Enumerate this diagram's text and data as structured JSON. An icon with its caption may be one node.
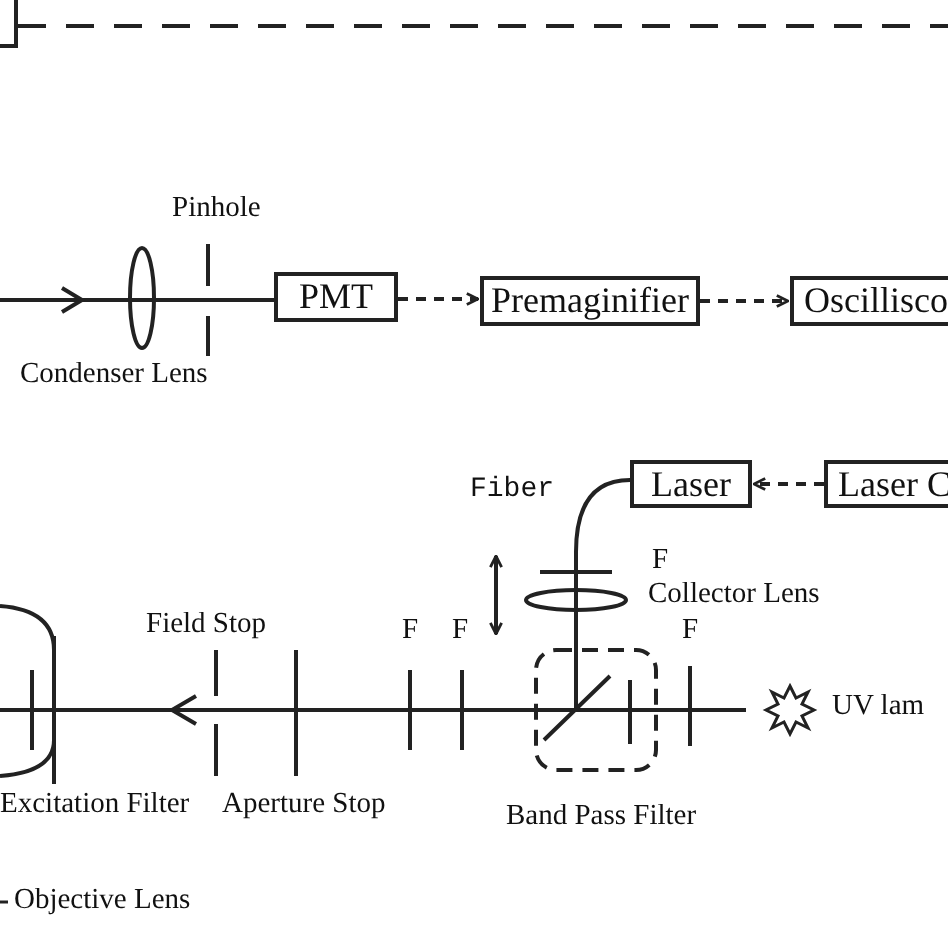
{
  "diagram": {
    "nodes": [
      {
        "text": [],
        "shape": "box"
      },
      {
        "text": [
          "PMT"
        ]
      },
      {
        "text": [
          "Premaginifier"
        ]
      },
      {
        "text": [
          "Oscillisco"
        ]
      },
      {
        "text": [
          "Laser"
        ]
      },
      {
        "text": [
          "Laser C"
        ]
      }
    ],
    "edges": [
      {
        "from": 0,
        "to": null,
        "arrow": "none",
        "style": "dashed"
      },
      {
        "from": 1,
        "to": 2,
        "arrow": "to",
        "style": "dashed"
      },
      {
        "from": 2,
        "to": 3,
        "arrow": "to",
        "style": "dashed"
      },
      {
        "from": 5,
        "to": 4,
        "arrow": "to",
        "style": "dashed"
      }
    ],
    "labels": [
      "Pinhole",
      "Condenser Lens",
      "Fiber",
      "F",
      "Collector Lens",
      "Field Stop",
      "F",
      "F",
      "F",
      "UV lam",
      "Excitation Filter",
      "Aperture Stop",
      "Band Pass Filter",
      "Objective Lens"
    ]
  }
}
